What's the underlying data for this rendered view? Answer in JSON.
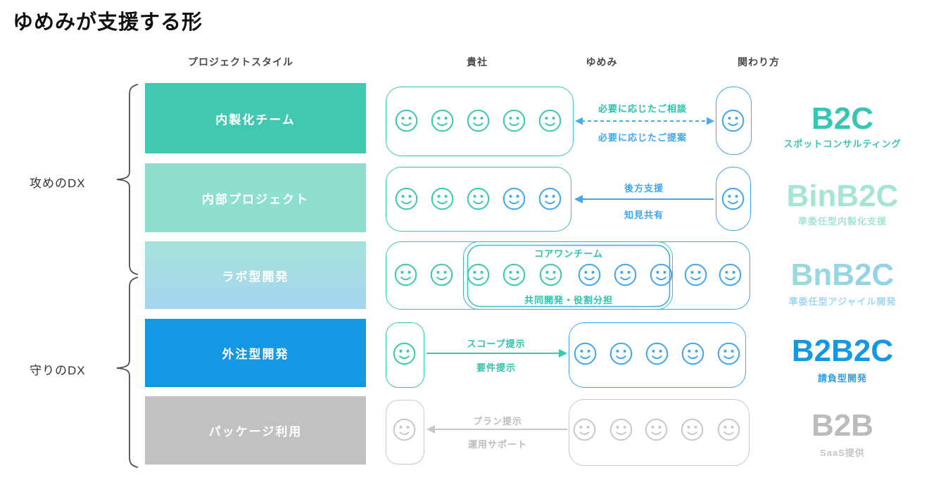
{
  "title": "ゆめみが支援する形",
  "columns": {
    "project_style": "プロジェクトスタイル",
    "client": "貴社",
    "yumemi": "ゆめみ",
    "engagement": "関わり方"
  },
  "groups": {
    "offense": "攻めのDX",
    "defense": "守りのDX"
  },
  "rows": [
    {
      "label": "内製化チーム",
      "flow_top": "必要に応じたご相談",
      "flow_bottom": "必要に応じたご提案",
      "engagement_code": "B2C",
      "engagement_subtitle": "スポットコンサルティング"
    },
    {
      "label": "内部プロジェクト",
      "flow_top": "後方支援",
      "flow_bottom": "知見共有",
      "engagement_code": "BinB2C",
      "engagement_subtitle": "準委任型内製化支援"
    },
    {
      "label": "ラボ型開発",
      "flow_top": "コアワンチーム",
      "flow_bottom": "共同開発・役割分担",
      "engagement_code": "BnB2C",
      "engagement_subtitle": "準委任型アジャイル開発"
    },
    {
      "label": "外注型開発",
      "flow_top": "スコープ提示",
      "flow_bottom": "要件提示",
      "engagement_code": "B2B2C",
      "engagement_subtitle": "請負型開発"
    },
    {
      "label": "パッケージ利用",
      "flow_top": "プラン提示",
      "flow_bottom": "運用サポート",
      "engagement_code": "B2B",
      "engagement_subtitle": "SaaS提供"
    }
  ],
  "palette": {
    "teal": "#3BC8AE",
    "teal_light": "#8FDFCF",
    "blue": "#1697E3",
    "blue_light": "#42A7EE",
    "gray": "#C1C1C1",
    "row3_gradient_top": "#A5E3D9",
    "row3_gradient_bottom": "#A6D4F1",
    "text_dark": "#4A4A4A"
  },
  "icons": {
    "smiley": "smiley-face-icon"
  }
}
